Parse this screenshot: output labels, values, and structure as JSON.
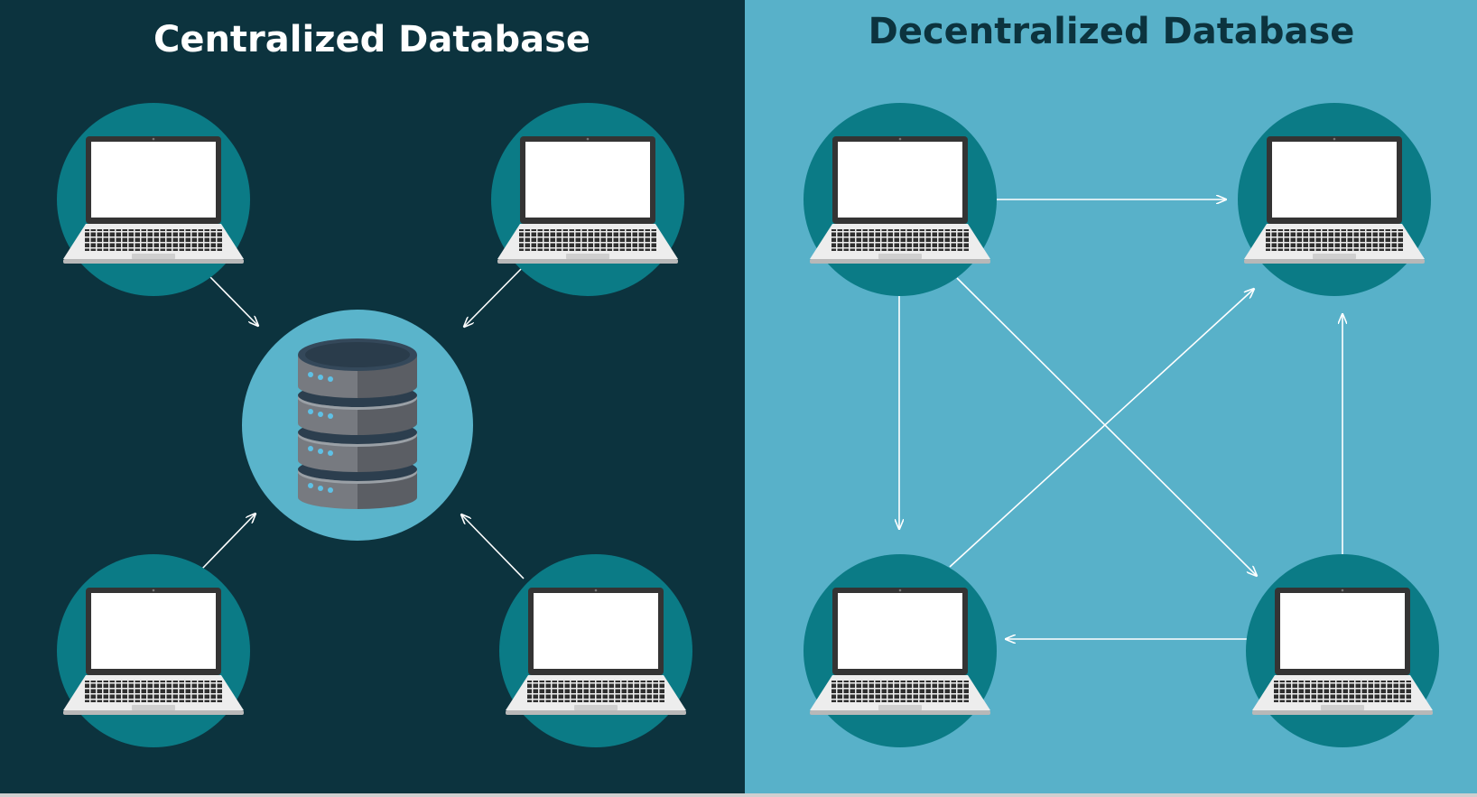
{
  "colors": {
    "left_background": "#0c333e",
    "right_background": "#58b1c9",
    "node_circle": "#0b7b86",
    "hub_circle": "#5ab4cb",
    "arrow": "#ffffff",
    "left_title": "#ffffff",
    "right_title": "#0c333e",
    "laptop_body": "#343434",
    "laptop_screen": "#ffffff",
    "laptop_base": "#ededed",
    "database_dark": "#5b5e64",
    "database_light": "#777a80",
    "database_leds": "#5ec1e6"
  },
  "left_panel": {
    "title": "Centralized Database",
    "hub_icon": "database-server-icon",
    "node_icon": "laptop-icon",
    "nodes": [
      "laptop-top-left",
      "laptop-top-right",
      "laptop-bottom-left",
      "laptop-bottom-right"
    ],
    "connections": [
      {
        "from": "laptop-top-left",
        "to": "database"
      },
      {
        "from": "laptop-top-right",
        "to": "database"
      },
      {
        "from": "laptop-bottom-left",
        "to": "database"
      },
      {
        "from": "laptop-bottom-right",
        "to": "database"
      }
    ]
  },
  "right_panel": {
    "title": "Decentralized Database",
    "node_icon": "laptop-icon",
    "nodes": [
      "laptop-top-left",
      "laptop-top-right",
      "laptop-bottom-left",
      "laptop-bottom-right"
    ],
    "connections": [
      {
        "from": "laptop-top-left",
        "to": "laptop-top-right"
      },
      {
        "from": "laptop-top-left",
        "to": "laptop-bottom-left"
      },
      {
        "from": "laptop-top-left",
        "to": "laptop-bottom-right"
      },
      {
        "from": "laptop-bottom-left",
        "to": "laptop-top-right"
      },
      {
        "from": "laptop-bottom-right",
        "to": "laptop-top-right"
      },
      {
        "from": "laptop-bottom-right",
        "to": "laptop-bottom-left"
      }
    ]
  }
}
